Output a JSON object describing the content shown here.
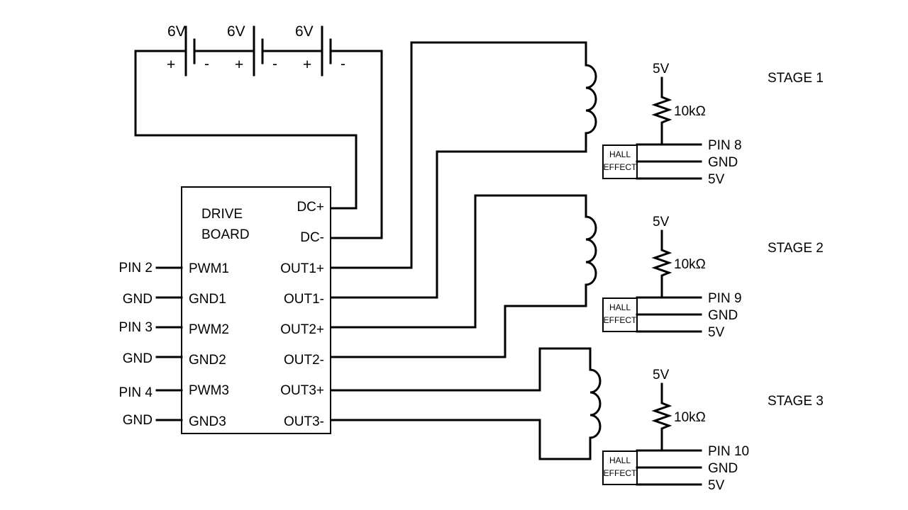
{
  "battery": {
    "cells": [
      {
        "voltage": "6V",
        "plus": "+",
        "minus": "-"
      },
      {
        "voltage": "6V",
        "plus": "+",
        "minus": "-"
      },
      {
        "voltage": "6V",
        "plus": "+",
        "minus": "-"
      }
    ]
  },
  "drive_board": {
    "title_line1": "DRIVE",
    "title_line2": "BOARD",
    "dc_plus": "DC+",
    "dc_minus": "DC-",
    "left_pins": [
      {
        "ext": "PIN 2",
        "label": "PWM1"
      },
      {
        "ext": "GND",
        "label": "GND1"
      },
      {
        "ext": "PIN 3",
        "label": "PWM2"
      },
      {
        "ext": "GND",
        "label": "GND2"
      },
      {
        "ext": "PIN 4",
        "label": "PWM3"
      },
      {
        "ext": "GND",
        "label": "GND3"
      }
    ],
    "right_pins": [
      "OUT1+",
      "OUT1-",
      "OUT2+",
      "OUT2-",
      "OUT3+",
      "OUT3-"
    ]
  },
  "stages": [
    {
      "label": "STAGE 1",
      "supply": "5V",
      "resistor": "10kΩ",
      "sensor_line1": "HALL",
      "sensor_line2": "EFFECT",
      "pins": [
        "PIN 8",
        "GND",
        "5V"
      ]
    },
    {
      "label": "STAGE 2",
      "supply": "5V",
      "resistor": "10kΩ",
      "sensor_line1": "HALL",
      "sensor_line2": "EFFECT",
      "pins": [
        "PIN 9",
        "GND",
        "5V"
      ]
    },
    {
      "label": "STAGE 3",
      "supply": "5V",
      "resistor": "10kΩ",
      "sensor_line1": "HALL",
      "sensor_line2": "EFFECT",
      "pins": [
        "PIN 10",
        "GND",
        "5V"
      ]
    }
  ]
}
